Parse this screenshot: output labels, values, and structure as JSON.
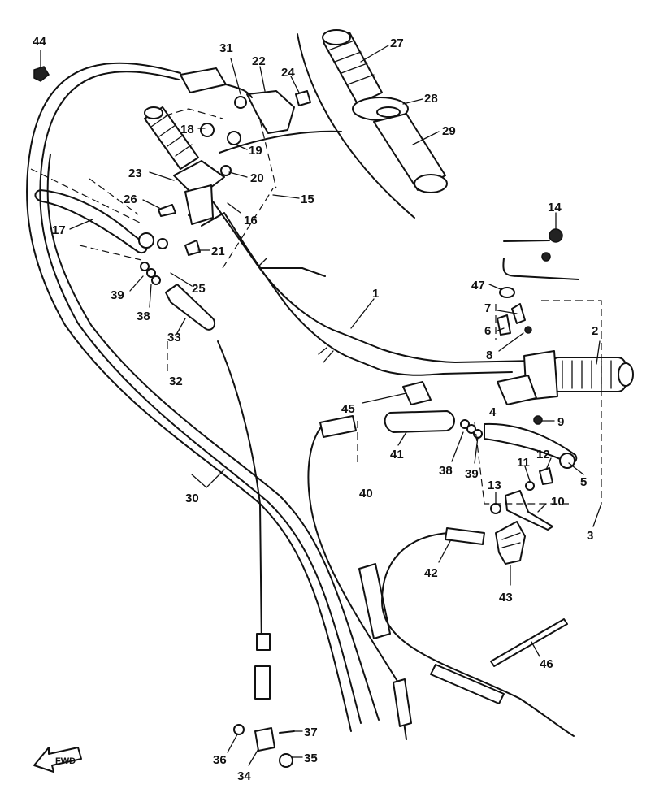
{
  "diagram": {
    "callouts": [
      {
        "id": "1",
        "label": "1"
      },
      {
        "id": "2",
        "label": "2"
      },
      {
        "id": "3",
        "label": "3"
      },
      {
        "id": "4",
        "label": "4"
      },
      {
        "id": "5",
        "label": "5"
      },
      {
        "id": "6",
        "label": "6"
      },
      {
        "id": "7",
        "label": "7"
      },
      {
        "id": "8",
        "label": "8"
      },
      {
        "id": "9",
        "label": "9"
      },
      {
        "id": "10",
        "label": "10"
      },
      {
        "id": "11",
        "label": "11"
      },
      {
        "id": "12",
        "label": "12"
      },
      {
        "id": "13",
        "label": "13"
      },
      {
        "id": "14",
        "label": "14"
      },
      {
        "id": "15",
        "label": "15"
      },
      {
        "id": "16",
        "label": "16"
      },
      {
        "id": "17",
        "label": "17"
      },
      {
        "id": "18",
        "label": "18"
      },
      {
        "id": "19",
        "label": "19"
      },
      {
        "id": "20",
        "label": "20"
      },
      {
        "id": "21",
        "label": "21"
      },
      {
        "id": "22",
        "label": "22"
      },
      {
        "id": "23",
        "label": "23"
      },
      {
        "id": "24",
        "label": "24"
      },
      {
        "id": "25",
        "label": "25"
      },
      {
        "id": "26",
        "label": "26"
      },
      {
        "id": "27",
        "label": "27"
      },
      {
        "id": "28",
        "label": "28"
      },
      {
        "id": "29",
        "label": "29"
      },
      {
        "id": "30",
        "label": "30"
      },
      {
        "id": "31",
        "label": "31"
      },
      {
        "id": "32",
        "label": "32"
      },
      {
        "id": "33",
        "label": "33"
      },
      {
        "id": "34",
        "label": "34"
      },
      {
        "id": "35",
        "label": "35"
      },
      {
        "id": "36",
        "label": "36"
      },
      {
        "id": "37",
        "label": "37"
      },
      {
        "id": "38a",
        "label": "38"
      },
      {
        "id": "38b",
        "label": "38"
      },
      {
        "id": "39a",
        "label": "39"
      },
      {
        "id": "39b",
        "label": "39"
      },
      {
        "id": "40",
        "label": "40"
      },
      {
        "id": "41",
        "label": "41"
      },
      {
        "id": "42",
        "label": "42"
      },
      {
        "id": "43",
        "label": "43"
      },
      {
        "id": "44",
        "label": "44"
      },
      {
        "id": "45",
        "label": "45"
      },
      {
        "id": "46",
        "label": "46"
      },
      {
        "id": "47",
        "label": "47"
      }
    ],
    "fwd_label": "FWD"
  }
}
